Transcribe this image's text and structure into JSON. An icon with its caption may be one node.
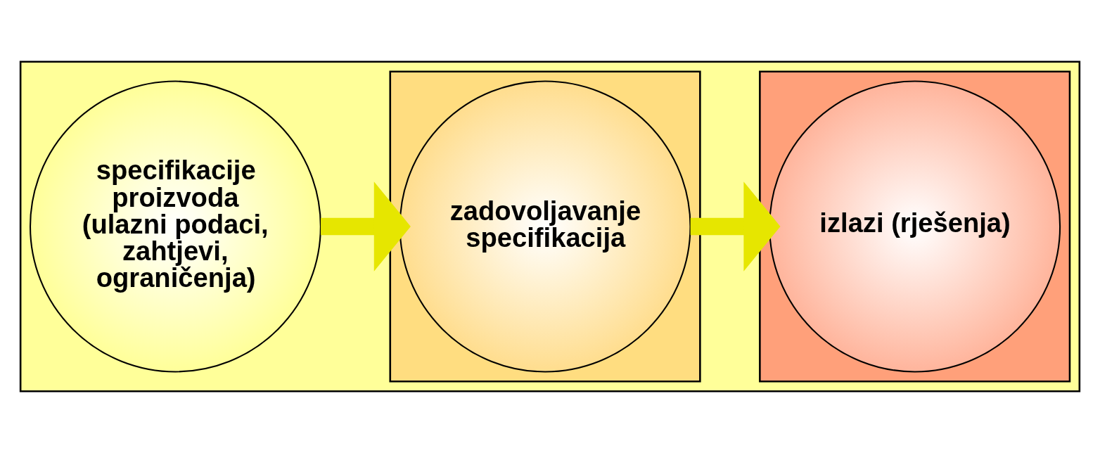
{
  "diagram": {
    "nodes": [
      {
        "text": [],
        "shape": "box"
      },
      {
        "text": [
          "specifikacije proizvoda (ulazni podaci, zahtjevi, ograničenja)"
        ],
        "in": 0
      },
      {
        "text": [],
        "shape": "box",
        "in": 0
      },
      {
        "text": [
          "zadovoljavanje specifikacija"
        ],
        "in": 2
      },
      {
        "text": [],
        "shape": "box",
        "in": 0
      },
      {
        "text": [
          "izlazi (rješenja)"
        ],
        "in": 4
      }
    ],
    "edges": [
      {
        "from": 1,
        "to": 3,
        "arrow": "to"
      },
      {
        "from": 3,
        "to": 5,
        "arrow": "to"
      }
    ]
  }
}
